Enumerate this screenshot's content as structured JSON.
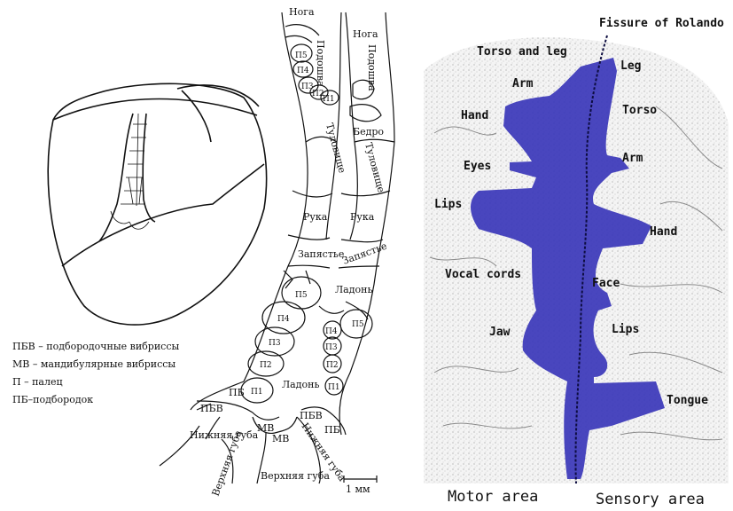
{
  "legend": {
    "pbv": "ПБВ – подбородочные вибриссы",
    "mv": "МВ – мандибулярные вибриссы",
    "p": "П – палец",
    "pb": "ПБ–подбородок"
  },
  "rat_map": {
    "noga_left": "Нога",
    "noga_right": "Нога",
    "podoshva_left": "Подошва",
    "podoshva_right": "Подошва",
    "bedro": "Бедро",
    "tulovishche_left": "Туловище",
    "tulovishche_right": "Туловище",
    "ruka_left": "Рука",
    "ruka_right": "Рука",
    "zapyastye_left": "Запястье",
    "zapyastye_right": "Запястье",
    "ladon_upper": "Ладонь",
    "ladon_lower": "Ладонь",
    "p5_top": "П5",
    "p4_top": "П4",
    "p3_top": "П3",
    "p2_top": "П2",
    "p1_top": "П1",
    "p5_left": "П5",
    "p4_left": "П4",
    "p3_left": "П3",
    "p2_left": "П2",
    "p1_left": "П1",
    "p5_right": "П5",
    "p4_right": "П4",
    "p3_right": "П3",
    "p2_right": "П2",
    "p1_right": "П1",
    "pb_left": "ПБ",
    "pbv_left": "ПБВ",
    "mv_upper": "МВ",
    "mv_lower": "МВ",
    "pbv_right": "ПБВ",
    "pb_right": "ПБ",
    "nizhnyaya_guba_left": "Нижняя губа",
    "verkhnyaya_guba_left": "Верхняя губа",
    "verkhnyaya_guba_mid": "Верхняя губа",
    "nizhnyaya_guba_right": "Нижняя губа",
    "scale": "1 мм"
  },
  "brain": {
    "fissure": "Fissure of Rolando",
    "torso_and_leg": "Torso and leg",
    "leg": "Leg",
    "arm_top": "Arm",
    "hand_left": "Hand",
    "torso": "Torso",
    "eyes": "Eyes",
    "arm_right": "Arm",
    "lips_left": "Lips",
    "hand_right": "Hand",
    "vocal_cords": "Vocal cords",
    "face": "Face",
    "jaw": "Jaw",
    "lips_right": "Lips",
    "tongue": "Tongue",
    "motor_area": "Motor area",
    "sensory_area": "Sensory area"
  },
  "colors": {
    "motor_blue": "#3a36b8",
    "line": "#111111"
  }
}
